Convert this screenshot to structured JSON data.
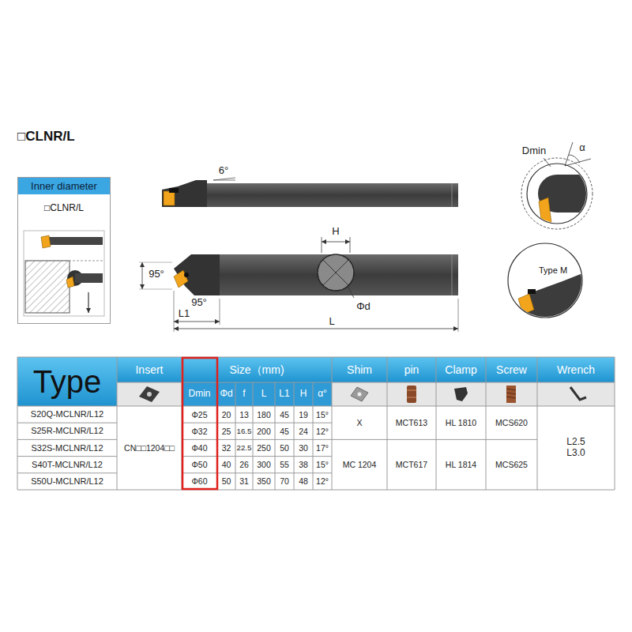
{
  "diagram": {
    "title": "□CLNR/L",
    "nodes": [
      {
        "text": [
          "Inner diameter",
          "□CLNR/L"
        ]
      },
      {
        "text": [
          "Type M"
        ]
      }
    ],
    "labels": [
      "6°",
      "H",
      "Φd",
      "95°",
      "95°",
      "L1",
      "L",
      "Dmin",
      "α",
      "Type",
      "Insert",
      "Size（mm)",
      "Shim",
      "pin",
      "Clamp",
      "Screw",
      "Wrench",
      "Dmin",
      "Φd",
      "f",
      "L",
      "L1",
      "H",
      "α°",
      "S20Q-MCLNR/L12",
      "Φ25",
      "20",
      "13",
      "180",
      "45",
      "19",
      "15°",
      "S25R-MCLNR/L12",
      "Φ32",
      "25",
      "16.5",
      "200",
      "45",
      "24",
      "12°",
      "S32S-MCLNR/L12",
      "Φ40",
      "32",
      "22.5",
      "250",
      "50",
      "30",
      "17°",
      "S40T-MCLNR/L12",
      "Φ50",
      "40",
      "26",
      "300",
      "55",
      "38",
      "15°",
      "S50U-MCLNR/L12",
      "Φ60",
      "50",
      "31",
      "350",
      "70",
      "48",
      "12°",
      "CN□□1204□□",
      "X",
      "MCT613",
      "HL 1810",
      "MCS620",
      "MC 1204",
      "MCT617",
      "HL 1814",
      "MCS625",
      "L2.5 L3.0"
    ]
  }
}
